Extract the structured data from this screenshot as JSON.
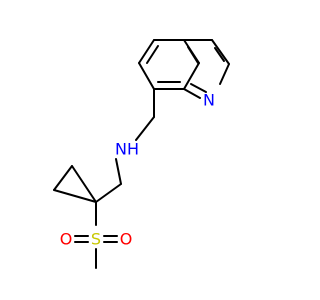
{
  "molecule": {
    "atoms": {
      "ring_nitrogen": "N",
      "amine": "NH",
      "sulfur": "S",
      "oxygen_left": "O",
      "oxygen_right": "O"
    },
    "colors": {
      "bond": "#000000",
      "nitrogen": "#0000ff",
      "sulfur": "#c8c800",
      "oxygen": "#ff0000"
    }
  }
}
